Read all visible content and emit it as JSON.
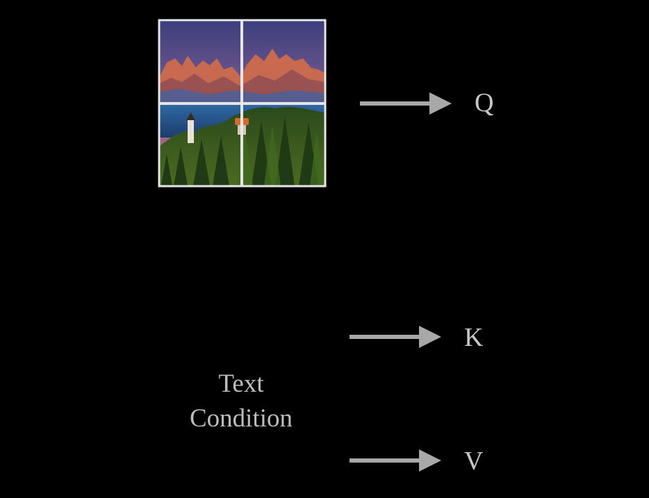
{
  "image_grid": {
    "rows": 2,
    "cols": 2,
    "content": "mountain-castle-landscape-image",
    "grid_color": "#e6e6e6"
  },
  "text_condition": {
    "line1": "Text",
    "line2": "Condition"
  },
  "outputs": {
    "q": "Q",
    "k": "K",
    "v": "V"
  },
  "colors": {
    "background": "#000000",
    "arrow": "#a8a8a8",
    "label": "#c8c8c8",
    "text": "#bdbdbd"
  }
}
